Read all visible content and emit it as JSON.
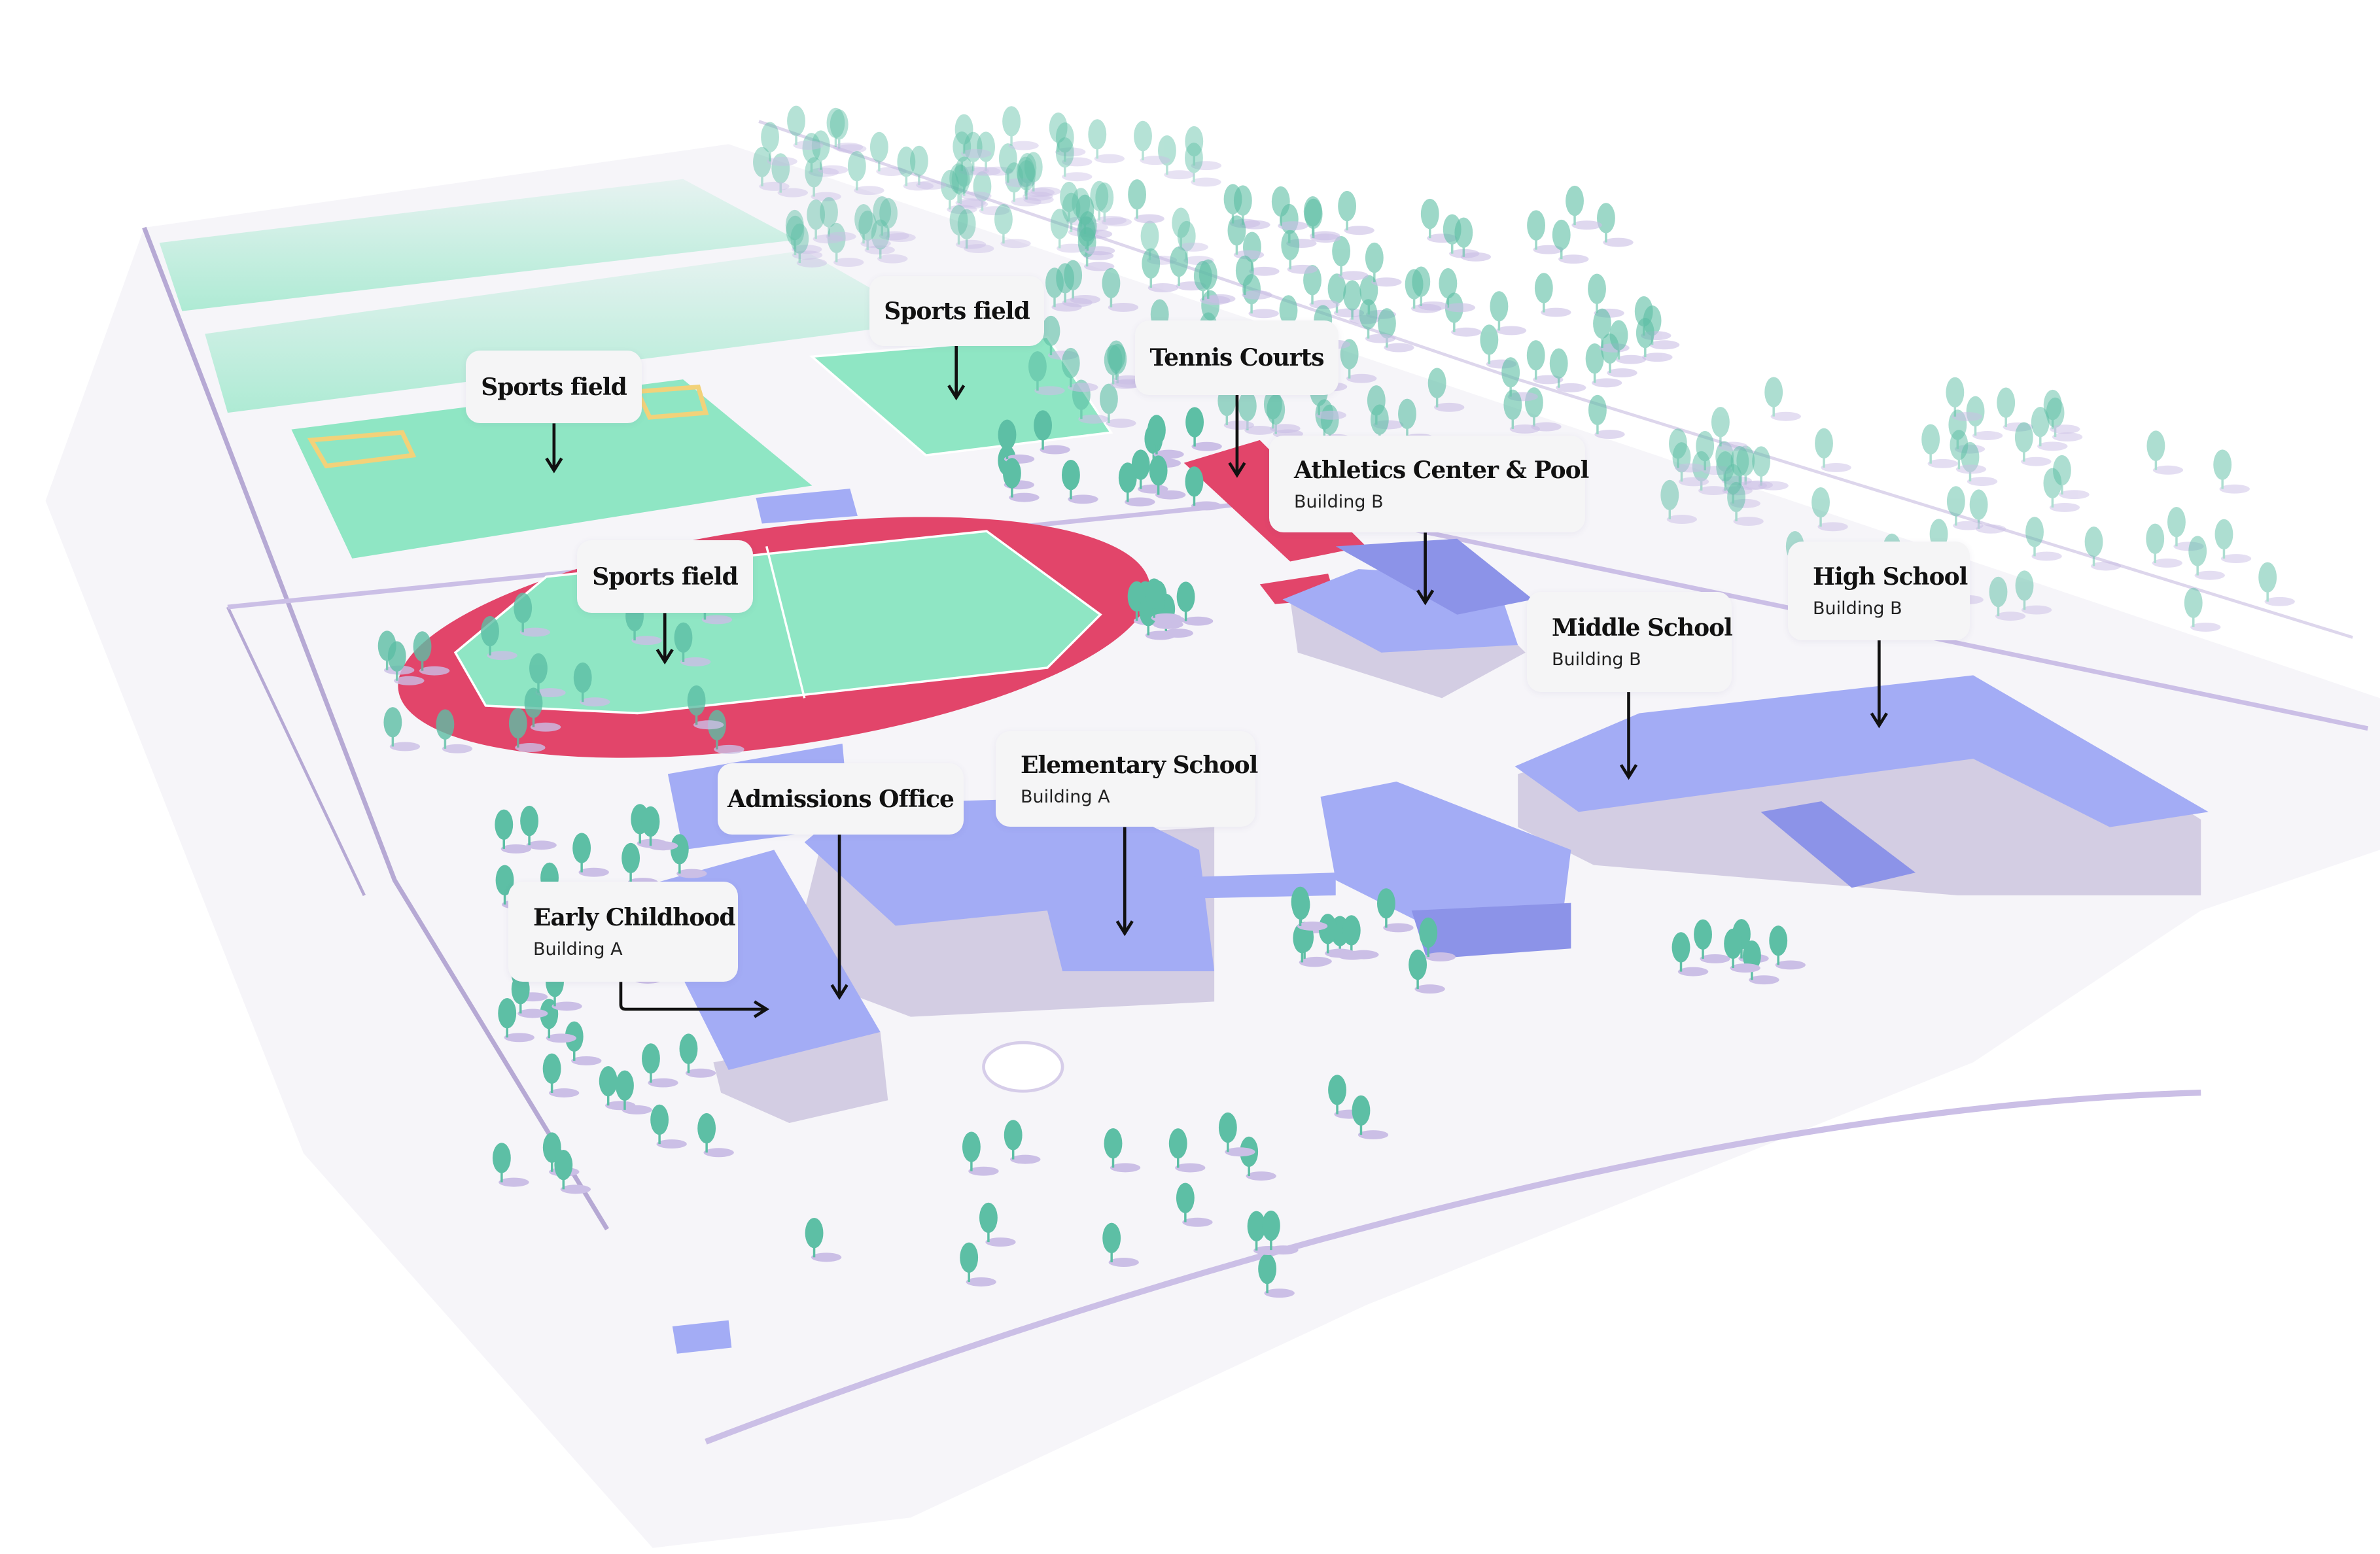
{
  "colors": {
    "field": "#8fe6c4",
    "track": "#e2456a",
    "roof": "#a3acf5",
    "roof_dark": "#8c93e8",
    "wall": "#d3cde3",
    "tree": "#5dbfa5",
    "shadow": "#cbbfe6",
    "ground": "#f6f5f9",
    "path": "#b6a9d4"
  },
  "labels": {
    "sports_field_north": {
      "title": "Sports field"
    },
    "sports_field_west": {
      "title": "Sports field"
    },
    "tennis_courts": {
      "title": "Tennis Courts"
    },
    "athletics_center": {
      "title": "Athletics Center & Pool",
      "subtitle": "Building B"
    },
    "sports_field_track": {
      "title": "Sports field"
    },
    "high_school": {
      "title": "High School",
      "subtitle": "Building B"
    },
    "middle_school": {
      "title": "Middle School",
      "subtitle": "Building B"
    },
    "elementary_school": {
      "title": "Elementary School",
      "subtitle": "Building A"
    },
    "admissions_office": {
      "title": "Admissions Office"
    },
    "early_childhood": {
      "title": "Early Childhood",
      "subtitle": "Building A"
    }
  }
}
